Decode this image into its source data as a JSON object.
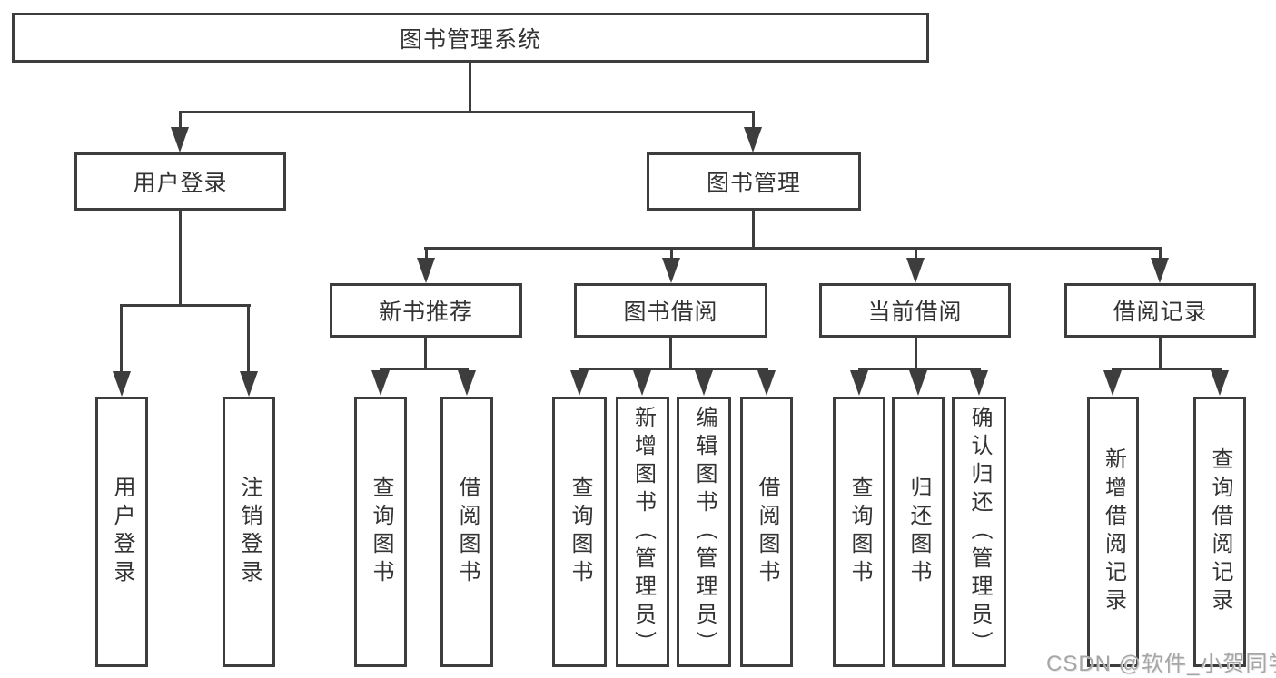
{
  "diagram": {
    "root": {
      "label": "图书管理系统"
    },
    "level2": [
      {
        "label": "用户登录"
      },
      {
        "label": "图书管理"
      }
    ],
    "level3": [
      {
        "label": "新书推荐"
      },
      {
        "label": "图书借阅"
      },
      {
        "label": "当前借阅"
      },
      {
        "label": "借阅记录"
      }
    ],
    "leaves": [
      {
        "label": "用户登录"
      },
      {
        "label": "注销登录"
      },
      {
        "label": "查询图书"
      },
      {
        "label": "借阅图书"
      },
      {
        "label": "查询图书"
      },
      {
        "label": "新增图书（管理员）"
      },
      {
        "label": "编辑图书（管理员）"
      },
      {
        "label": "借阅图书"
      },
      {
        "label": "查询图书"
      },
      {
        "label": "归还图书"
      },
      {
        "label": "确认归还（管理员）"
      },
      {
        "label": "新增借阅记录"
      },
      {
        "label": "查询借阅记录"
      }
    ]
  },
  "watermark": {
    "text": "CSDN @软件_小贺同学"
  },
  "colors": {
    "line": "#3d3d3d",
    "text": "#333333",
    "watermark": "#a6a6a6",
    "background": "#ffffff"
  }
}
